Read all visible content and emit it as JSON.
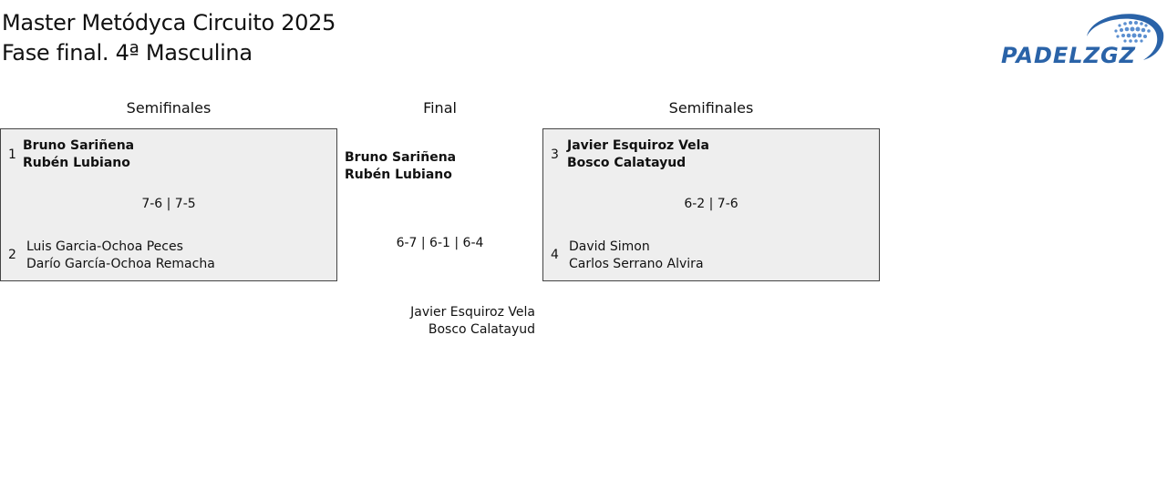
{
  "header": {
    "title_line1": "Master Metódyca Circuito 2025",
    "title_line2": "Fase final. 4ª Masculina",
    "logo_text": "PADELZGZ"
  },
  "columns": {
    "left": "Semifinales",
    "middle": "Final",
    "right": "Semifinales"
  },
  "semifinal_left": {
    "top_seed": "1",
    "top_player1": "Bruno Sariñena",
    "top_player2": "Rubén Lubiano",
    "score": "7-6 | 7-5",
    "bottom_seed": "2",
    "bottom_player1": "Luis Garcia-Ochoa Peces",
    "bottom_player2": "Darío García-Ochoa Remacha"
  },
  "semifinal_right": {
    "top_seed": "3",
    "top_player1": "Javier Esquiroz Vela",
    "top_player2": "Bosco Calatayud",
    "score": "6-2 | 7-6",
    "bottom_seed": "4",
    "bottom_player1": "David Simon",
    "bottom_player2": "Carlos Serrano Alvira"
  },
  "final": {
    "winner_player1": "Bruno Sariñena",
    "winner_player2": "Rubén Lubiano",
    "score": "6-7 | 6-1 | 6-4",
    "runner_player1": "Javier Esquiroz Vela",
    "runner_player2": "Bosco Calatayud"
  },
  "colors": {
    "box_background": "#eeeeee",
    "box_border": "#444444",
    "logo_blue": "#2a63a8",
    "logo_light": "#5b8fd0"
  }
}
